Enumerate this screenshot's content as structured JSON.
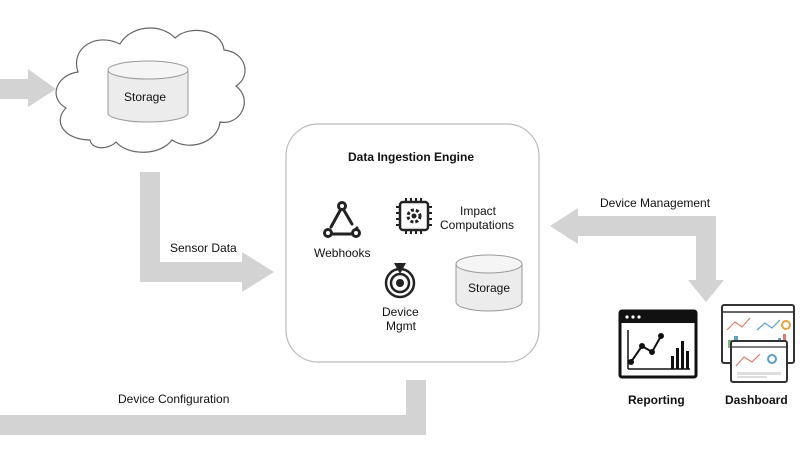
{
  "cloud": {
    "storage_label": "Storage"
  },
  "engine": {
    "title": "Data Ingestion Engine",
    "webhooks_label": "Webhooks",
    "impact_line1": "Impact",
    "impact_line2": "Computations",
    "device_line1": "Device",
    "device_line2": "Mgmt",
    "storage_label": "Storage"
  },
  "flows": {
    "sensor_data": "Sensor Data",
    "device_management": "Device Management",
    "device_configuration": "Device Configuration"
  },
  "outputs": {
    "reporting": "Reporting",
    "dashboard": "Dashboard"
  },
  "colors": {
    "arrow": "#d3d3d3",
    "box_border": "#bbbbbb",
    "cylinder_fill": "#ececec"
  }
}
